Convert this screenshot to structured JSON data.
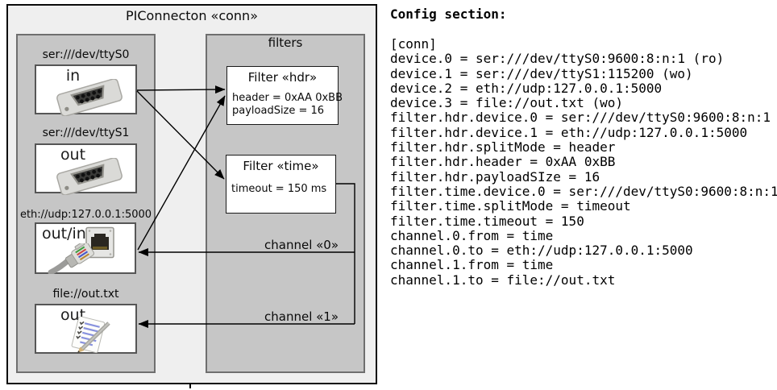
{
  "diagram": {
    "title": "PIConnecton «conn»",
    "filters_label": "filters",
    "devices": [
      {
        "label": "ser:///dev/ttyS0",
        "port": "in",
        "icon": "db9-serial-connector-icon"
      },
      {
        "label": "ser:///dev/ttyS1",
        "port": "out",
        "icon": "db9-serial-connector-icon"
      },
      {
        "label": "eth://udp:127.0.0.1:5000",
        "port": "out/in",
        "icon": "rj45-ethernet-icon"
      },
      {
        "label": "file://out.txt",
        "port": "out",
        "icon": "notepad-pencil-icon"
      }
    ],
    "filters": [
      {
        "title": "Filter «hdr»",
        "props": [
          "header = 0xAA 0xBB",
          "payloadSize = 16"
        ]
      },
      {
        "title": "Filter «time»",
        "props": [
          "timeout = 150 ms"
        ]
      }
    ],
    "channels": [
      {
        "label": "channel «0»"
      },
      {
        "label": "channel «1»"
      }
    ],
    "colors": {
      "outer_bg": "#efefef",
      "panel_bg": "#c6c6c6",
      "box_bg": "#ffffff",
      "line": "#000000"
    }
  },
  "config": {
    "heading": "Config section:",
    "lines": [
      "[conn]",
      "device.0 = ser:///dev/ttyS0:9600:8:n:1 (ro)",
      "device.1 = ser:///dev/ttyS1:115200 (wo)",
      "device.2 = eth://udp:127.0.0.1:5000",
      "device.3 = file://out.txt (wo)",
      "filter.hdr.device.0 = ser:///dev/ttyS0:9600:8:n:1",
      "filter.hdr.device.1 = eth://udp:127.0.0.1:5000",
      "filter.hdr.splitMode = header",
      "filter.hdr.header = 0xAA 0xBB",
      "filter.hdr.payloadSIze = 16",
      "filter.time.device.0 = ser:///dev/ttyS0:9600:8:n:1",
      "filter.time.splitMode = timeout",
      "filter.time.timeout = 150",
      "channel.0.from = time",
      "channel.0.to = eth://udp:127.0.0.1:5000",
      "channel.1.from = time",
      "channel.1.to = file://out.txt"
    ]
  }
}
